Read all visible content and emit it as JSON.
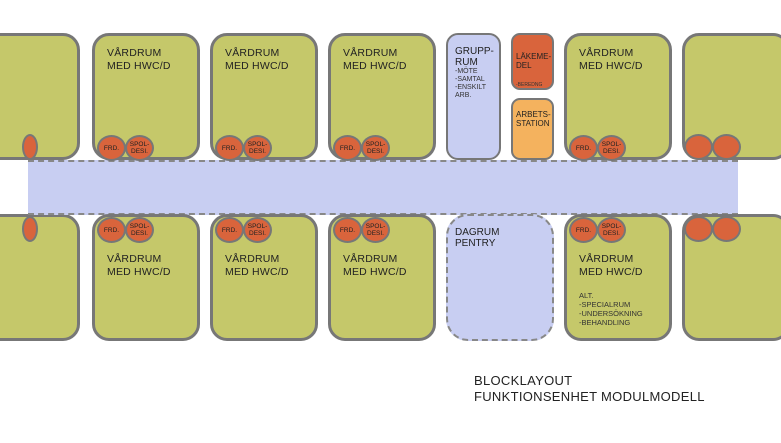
{
  "top_rooms": [
    {
      "title": "VÅRDRUM\nMED HWC/D",
      "circles": [
        "FRD.",
        "SPOL-\nDESI."
      ]
    },
    {
      "title": "VÅRDRUM\nMED HWC/D",
      "circles": [
        "FRD.",
        "SPOL-\nDESI."
      ]
    },
    {
      "title": "VÅRDRUM\nMED HWC/D",
      "circles": [
        "FRD.",
        "SPOL-\nDESI."
      ]
    },
    {
      "title": "VÅRDRUM\nMED HWC/D",
      "circles": [
        "FRD.",
        "SPOL-\nDESI."
      ]
    }
  ],
  "bottom_rooms": [
    {
      "title": "VÅRDRUM\nMED HWC/D",
      "circles": [
        "FRD.",
        "SPOL-\nDESI."
      ],
      "sub": ""
    },
    {
      "title": "VÅRDRUM\nMED HWC/D",
      "circles": [
        "FRD.",
        "SPOL-\nDESI."
      ],
      "sub": ""
    },
    {
      "title": "VÅRDRUM\nMED HWC/D",
      "circles": [
        "FRD.",
        "SPOL-\nDESI."
      ],
      "sub": ""
    },
    {
      "title": "VÅRDRUM\nMED HWC/D",
      "circles": [
        "FRD.",
        "SPOL-\nDESI."
      ],
      "sub": "ALT.\n-SPECIALRUM\n-UNDERSÖKNING\n-BEHANDLING"
    }
  ],
  "grupprum": {
    "title": "GRUPP-\nRUM",
    "sub": "-MÖTE\n-SAMTAL\n-ENSKILT\nARB."
  },
  "lakemedel": {
    "title": "LÄKEME-\nDEL",
    "sub": "-BEREDNG"
  },
  "arbetsstation": {
    "title": "ARBETS-\nSTATION"
  },
  "dagrum": {
    "title": "DAGRUM\nPENTRY"
  },
  "caption": {
    "line1": "BLOCKLAYOUT",
    "line2": "FUNKTIONSENHET MODULMODELL"
  },
  "colors": {
    "room": "#c5c86a",
    "circle": "#d9643c",
    "blue": "#c8cef2",
    "orange": "#f4b25e",
    "border": "#777777"
  }
}
